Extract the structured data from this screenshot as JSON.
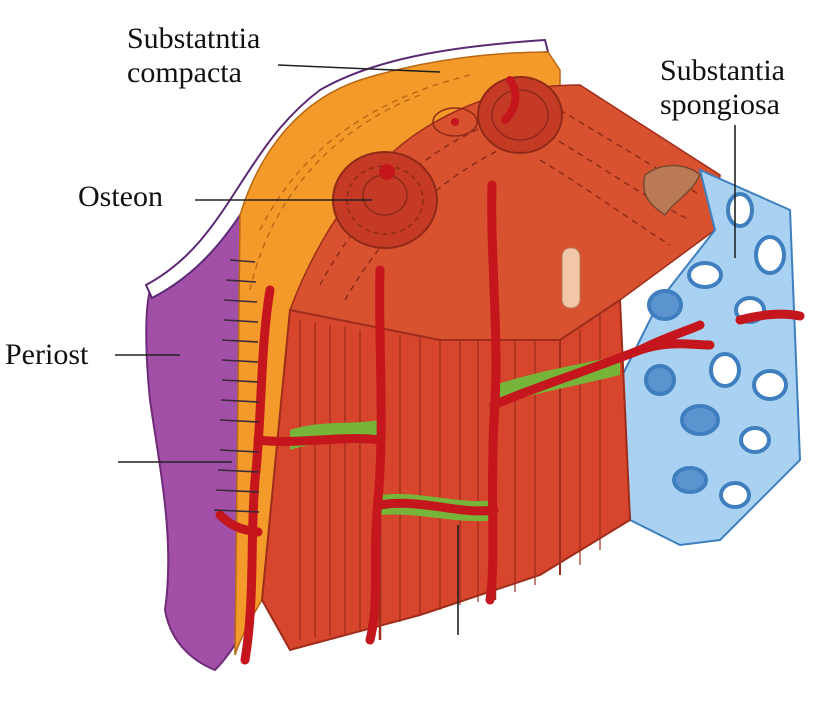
{
  "labels": {
    "compacta_line1": "Substatntia",
    "compacta_line2": "compacta",
    "spongiosa_line1": "Substantia",
    "spongiosa_line2": "spongiosa",
    "osteon": "Osteon",
    "periost": "Periost"
  },
  "colors": {
    "periosteum": "#a24fa8",
    "compact_outer": "#f39a2a",
    "bone_red": "#d6452c",
    "bone_dark": "#b8321f",
    "vessel": "#c4161c",
    "spongy_blue": "#a9d2f2",
    "spongy_dark": "#3f7fbf",
    "green_layer": "#77b53a",
    "brown": "#b97a55"
  }
}
